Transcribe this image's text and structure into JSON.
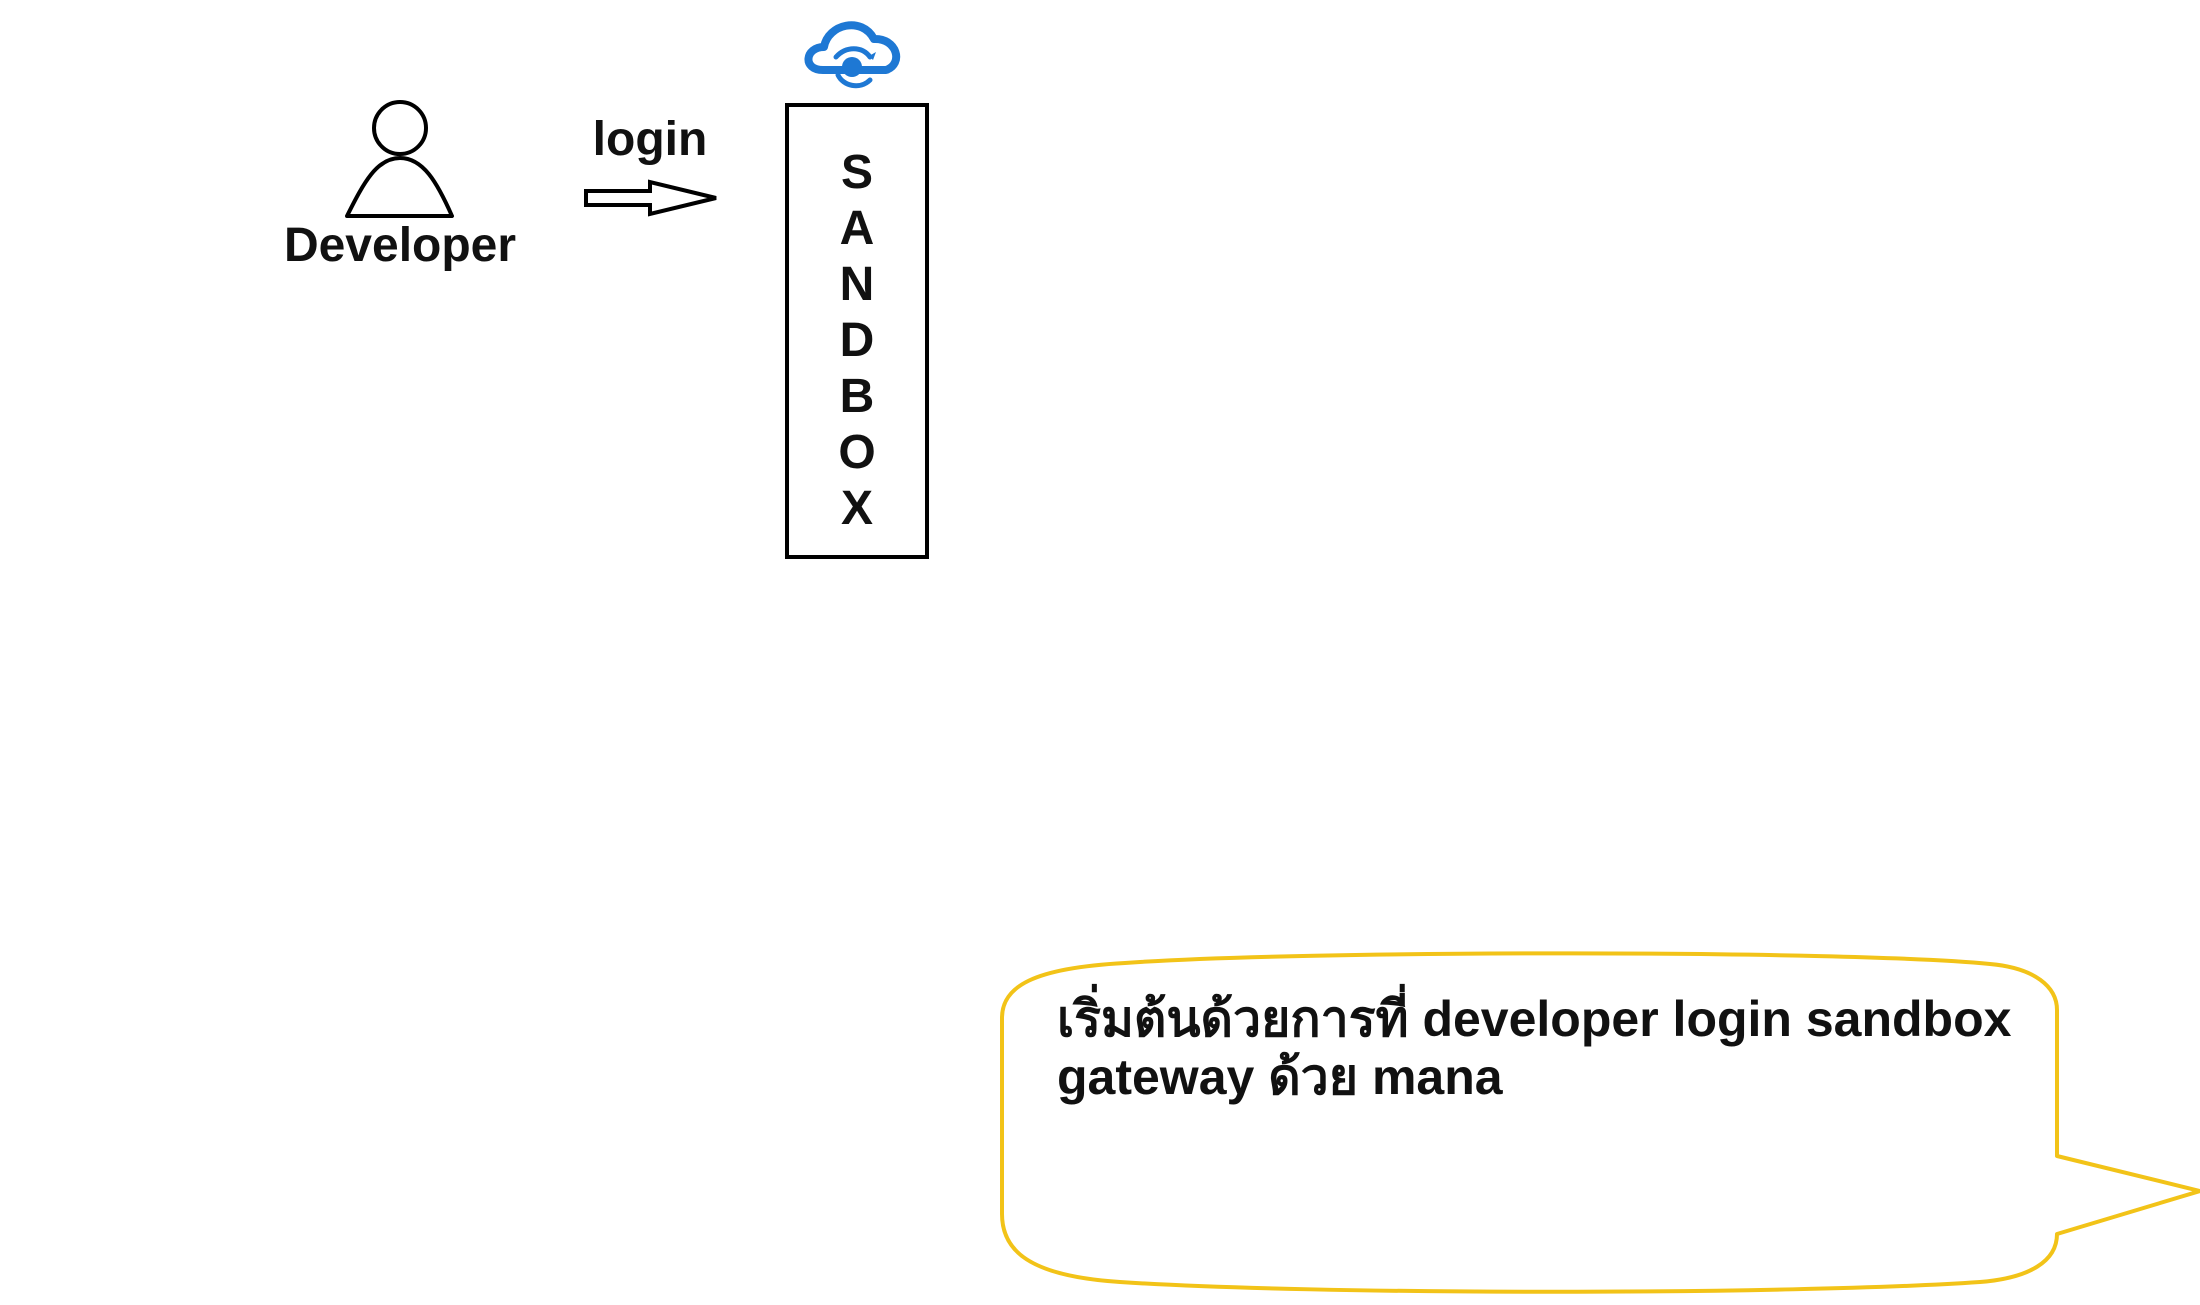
{
  "developer": {
    "label": "Developer"
  },
  "arrow": {
    "label": "login"
  },
  "sandbox": {
    "label": "S\nA\nN\nD\nB\nO\nX"
  },
  "cloud_icon": {
    "name": "cloud-sync-icon",
    "color": "#1e78d4"
  },
  "callout": {
    "text": "เริ่มต้นด้วยการที่ developer login sandbox gateway ด้วย mana",
    "border_color": "#f2c318"
  }
}
